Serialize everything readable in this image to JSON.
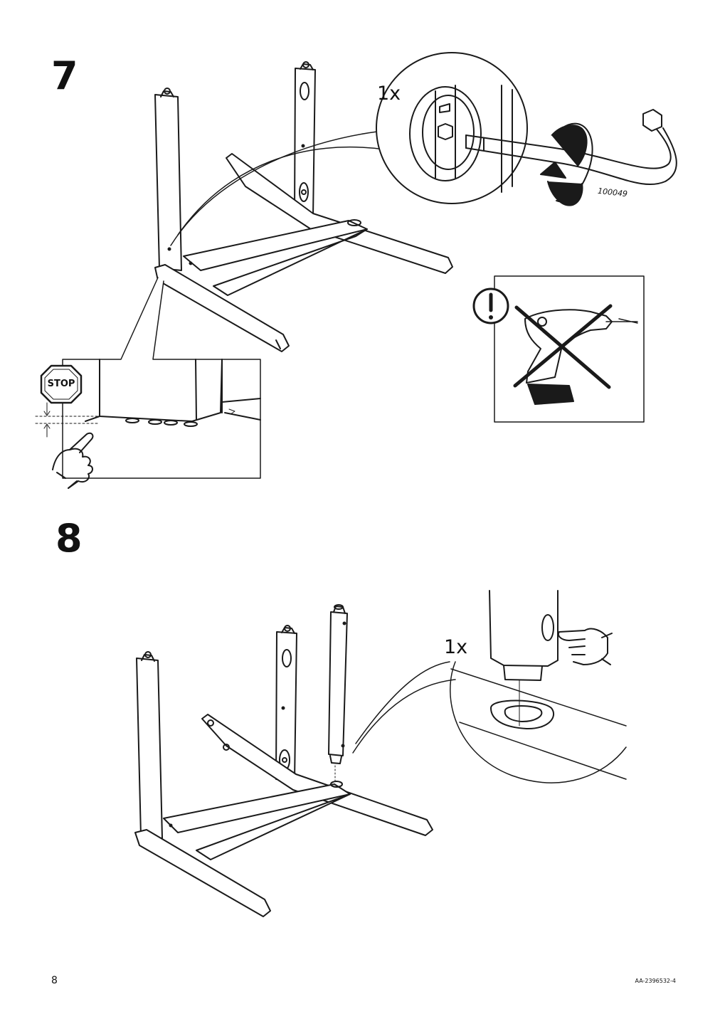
{
  "steps": [
    {
      "number": "7",
      "quantity_label": "1x",
      "part_number": "100049",
      "stop_label": "STOP"
    },
    {
      "number": "8",
      "quantity_label": "1x"
    }
  ],
  "footer": {
    "page_number": "8",
    "document_id": "AA-2396532-4"
  },
  "icons": [
    "stop-sign-icon",
    "hand-pointing-icon",
    "warning-exclamation-icon",
    "power-drill-icon",
    "crossed-out-icon",
    "rotation-arrow-icon",
    "allen-key-icon"
  ],
  "colors": {
    "line": "#1a1a1a",
    "background": "#ffffff"
  }
}
